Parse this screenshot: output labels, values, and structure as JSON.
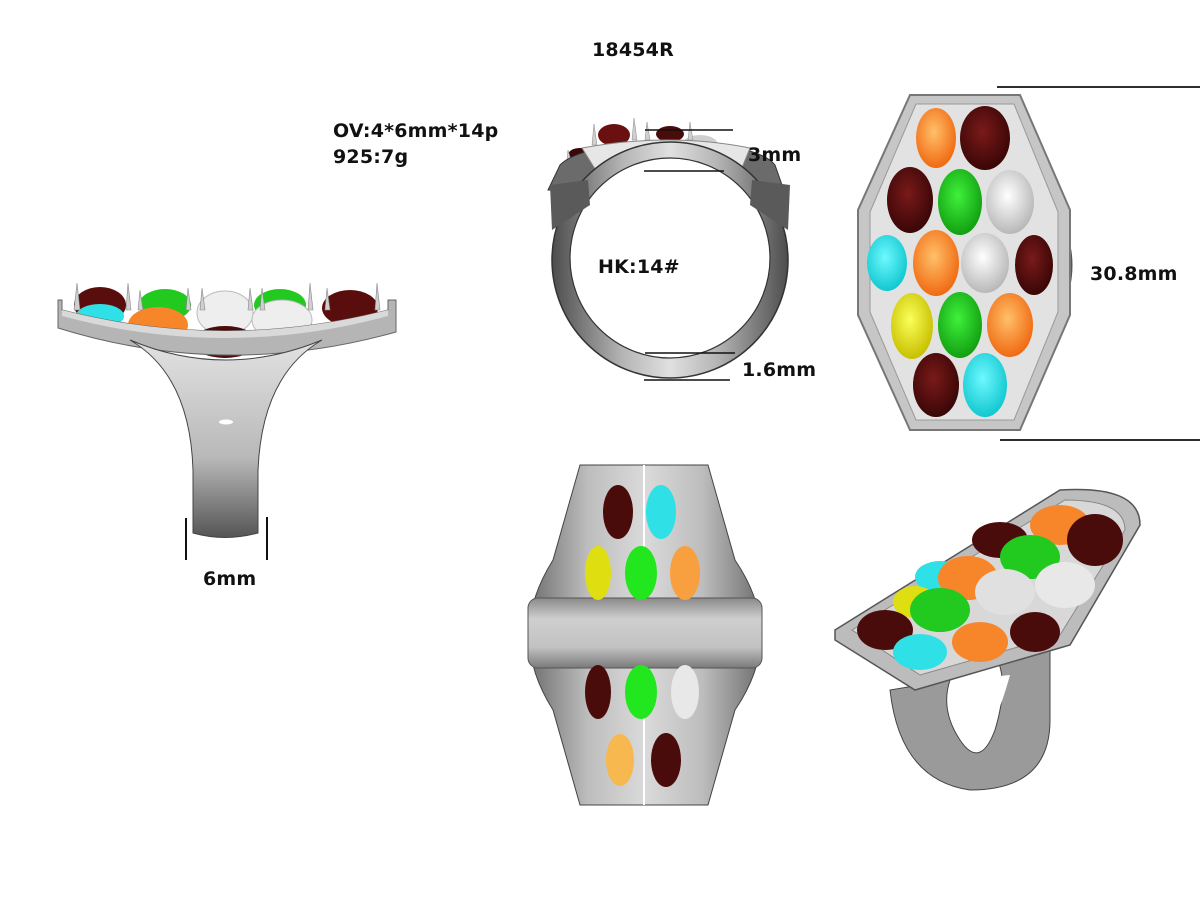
{
  "sheet": {
    "model_code": "18454R",
    "spec_stone": "OV:4*6mm*14p",
    "spec_metal": "925:7g"
  },
  "dimensions": {
    "front_height": "3mm",
    "shank_thickness": "1.6mm",
    "ring_size": "HK:14#",
    "top_length": "30.8mm",
    "shank_width": "6mm"
  },
  "views": [
    {
      "name": "side-view",
      "label": ""
    },
    {
      "name": "front-view",
      "label": ""
    },
    {
      "name": "top-view",
      "label": ""
    },
    {
      "name": "bottom-view",
      "label": ""
    },
    {
      "name": "perspective-view",
      "label": ""
    }
  ],
  "colors": {
    "metal": "#a9a9a9",
    "metal_light": "#d6d6d6",
    "metal_dark": "#5a5a5a",
    "garnet": "#5a0d0d",
    "green": "#22c91e",
    "white": "#e6e6e6",
    "orange": "#f7852a",
    "cyan": "#2fe0e6",
    "yellow": "#dede10"
  },
  "top_view_stones": [
    [
      "orange",
      "garnet"
    ],
    [
      "garnet",
      "green",
      "white"
    ],
    [
      "cyan",
      "orange",
      "white",
      "garnet"
    ],
    [
      "yellow",
      "green",
      "orange"
    ],
    [
      "garnet",
      "cyan"
    ]
  ]
}
